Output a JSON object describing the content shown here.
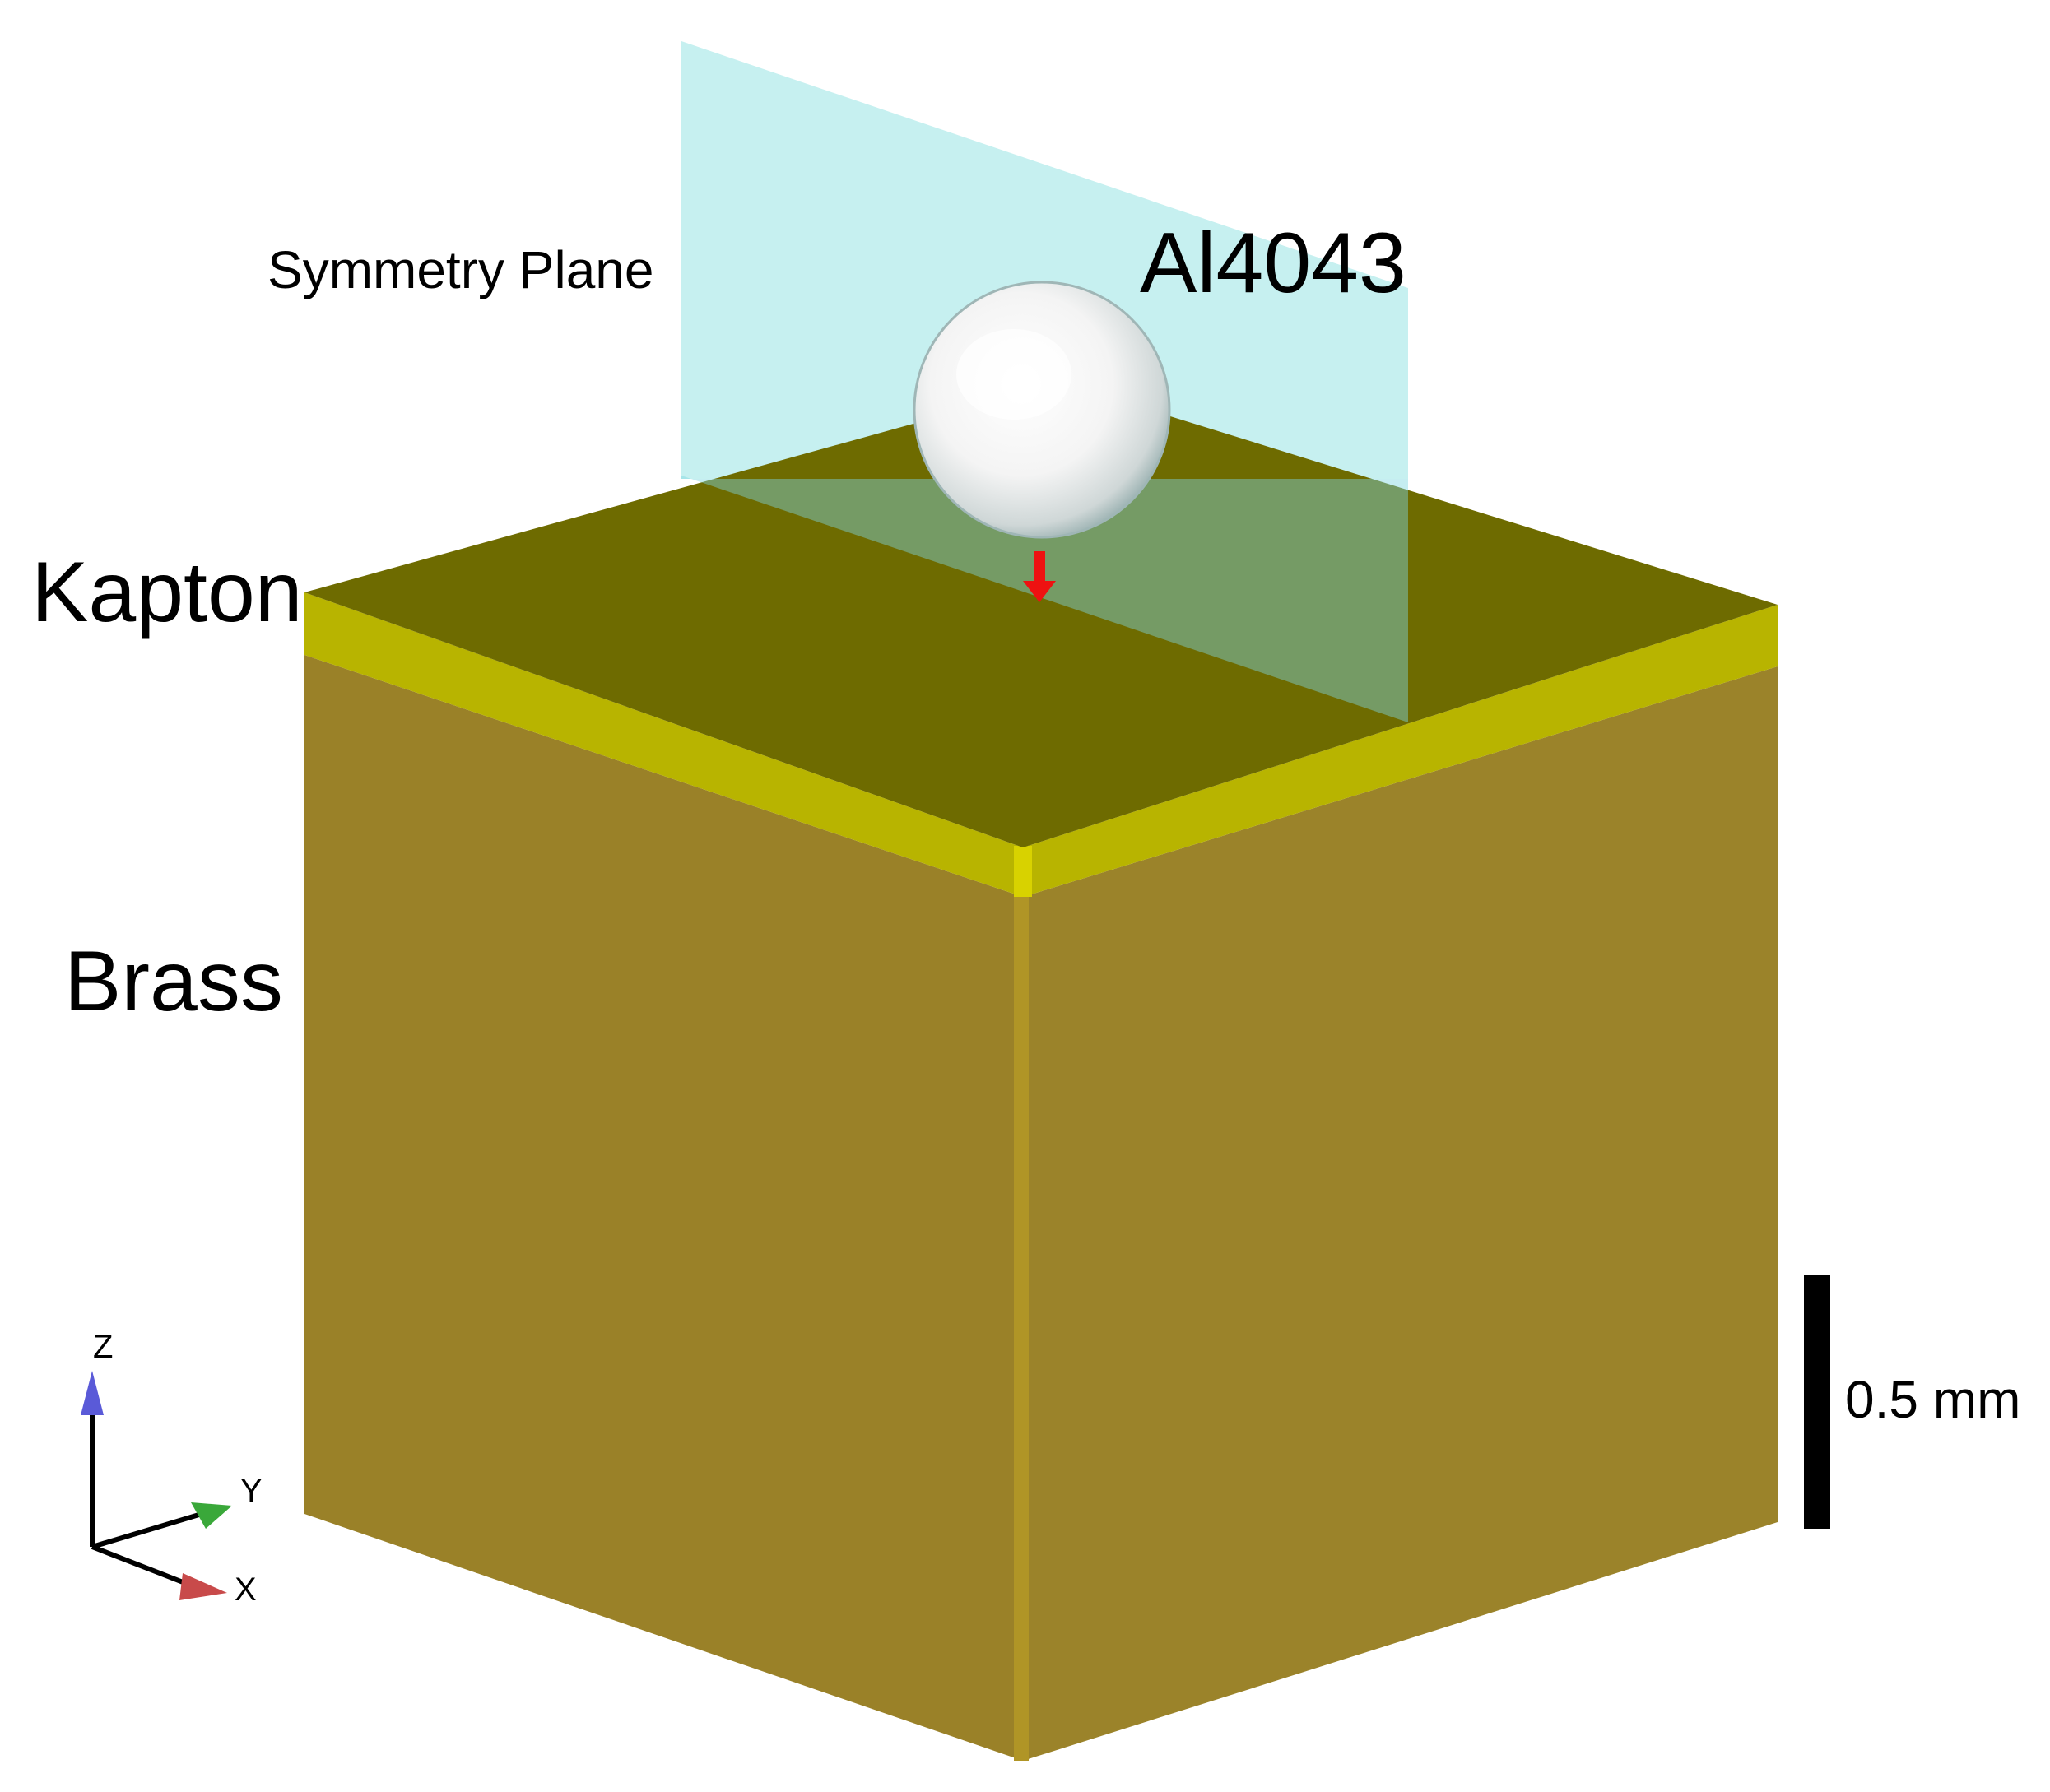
{
  "labels": {
    "symmetry_plane": "Symmetry Plane",
    "particle": "Al4043",
    "coating": "Kapton",
    "substrate": "Brass",
    "scale_bar": "0.5 mm"
  },
  "axes_triad": {
    "z": "Z",
    "y": "Y",
    "x": "X",
    "z_color": "#5a5ad8",
    "y_color": "#3aa83a",
    "x_color": "#c84a4a"
  },
  "colors": {
    "brass_front": "#9a8128",
    "brass_side": "#9b832a",
    "kapton_top": "#6e6b00",
    "kapton_edge": "#b8b400",
    "symmetry_plane": "#bdeeee",
    "impact_arrow": "#ee1111",
    "particle": "#f4f4f4"
  }
}
